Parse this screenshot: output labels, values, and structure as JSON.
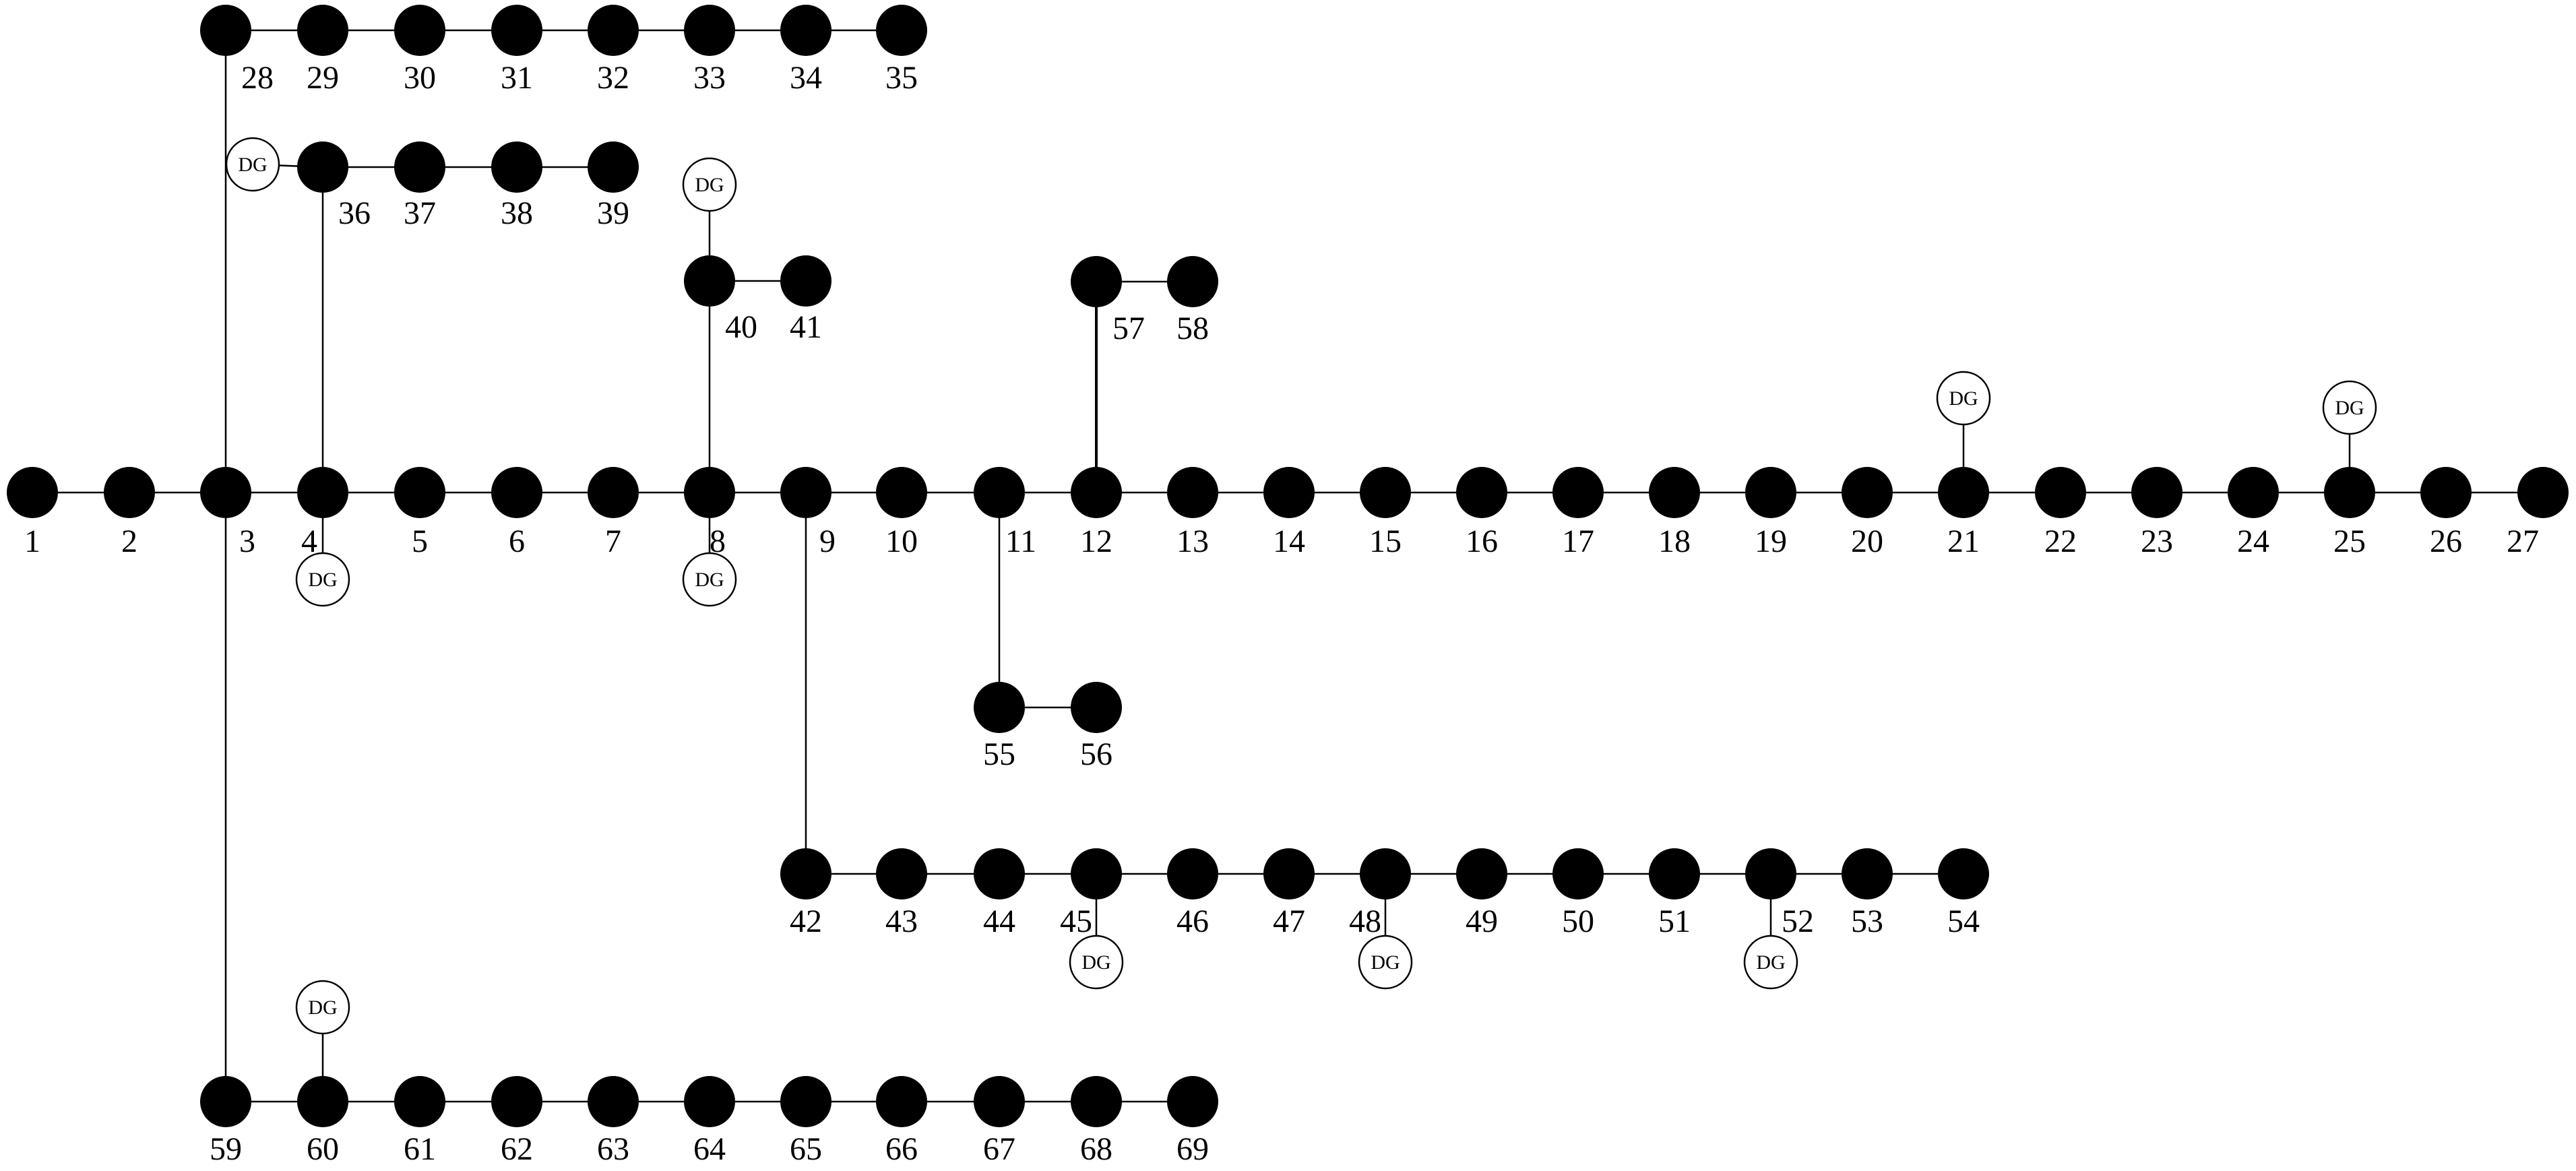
{
  "diagram": {
    "type": "distribution-network",
    "dg_label": "DG",
    "colors": {
      "bus": "#000000",
      "line": "#000000",
      "dg_fill": "#ffffff",
      "background": "#ffffff"
    },
    "buses": [
      "1",
      "2",
      "3",
      "4",
      "5",
      "6",
      "7",
      "8",
      "9",
      "10",
      "11",
      "12",
      "13",
      "14",
      "15",
      "16",
      "17",
      "18",
      "19",
      "20",
      "21",
      "22",
      "23",
      "24",
      "25",
      "26",
      "27",
      "28",
      "29",
      "30",
      "31",
      "32",
      "33",
      "34",
      "35",
      "36",
      "37",
      "38",
      "39",
      "40",
      "41",
      "42",
      "43",
      "44",
      "45",
      "46",
      "47",
      "48",
      "49",
      "50",
      "51",
      "52",
      "53",
      "54",
      "55",
      "56",
      "57",
      "58",
      "59",
      "60",
      "61",
      "62",
      "63",
      "64",
      "65",
      "66",
      "67",
      "68",
      "69"
    ],
    "lines": [
      [
        "1",
        "2"
      ],
      [
        "2",
        "3"
      ],
      [
        "3",
        "4"
      ],
      [
        "4",
        "5"
      ],
      [
        "5",
        "6"
      ],
      [
        "6",
        "7"
      ],
      [
        "7",
        "8"
      ],
      [
        "8",
        "9"
      ],
      [
        "9",
        "10"
      ],
      [
        "10",
        "11"
      ],
      [
        "11",
        "12"
      ],
      [
        "12",
        "13"
      ],
      [
        "13",
        "14"
      ],
      [
        "14",
        "15"
      ],
      [
        "15",
        "16"
      ],
      [
        "16",
        "17"
      ],
      [
        "17",
        "18"
      ],
      [
        "18",
        "19"
      ],
      [
        "19",
        "20"
      ],
      [
        "20",
        "21"
      ],
      [
        "21",
        "22"
      ],
      [
        "22",
        "23"
      ],
      [
        "23",
        "24"
      ],
      [
        "24",
        "25"
      ],
      [
        "25",
        "26"
      ],
      [
        "26",
        "27"
      ],
      [
        "3",
        "28"
      ],
      [
        "28",
        "29"
      ],
      [
        "29",
        "30"
      ],
      [
        "30",
        "31"
      ],
      [
        "31",
        "32"
      ],
      [
        "32",
        "33"
      ],
      [
        "33",
        "34"
      ],
      [
        "34",
        "35"
      ],
      [
        "4",
        "36"
      ],
      [
        "36",
        "37"
      ],
      [
        "37",
        "38"
      ],
      [
        "38",
        "39"
      ],
      [
        "8",
        "40"
      ],
      [
        "40",
        "41"
      ],
      [
        "9",
        "42"
      ],
      [
        "42",
        "43"
      ],
      [
        "43",
        "44"
      ],
      [
        "44",
        "45"
      ],
      [
        "45",
        "46"
      ],
      [
        "46",
        "47"
      ],
      [
        "47",
        "48"
      ],
      [
        "48",
        "49"
      ],
      [
        "49",
        "50"
      ],
      [
        "50",
        "51"
      ],
      [
        "51",
        "52"
      ],
      [
        "52",
        "53"
      ],
      [
        "53",
        "54"
      ],
      [
        "11",
        "55"
      ],
      [
        "55",
        "56"
      ],
      [
        "12",
        "57"
      ],
      [
        "57",
        "58"
      ],
      [
        "3",
        "59"
      ],
      [
        "59",
        "60"
      ],
      [
        "60",
        "61"
      ],
      [
        "61",
        "62"
      ],
      [
        "62",
        "63"
      ],
      [
        "63",
        "64"
      ],
      [
        "64",
        "65"
      ],
      [
        "65",
        "66"
      ],
      [
        "66",
        "67"
      ],
      [
        "67",
        "68"
      ],
      [
        "68",
        "69"
      ]
    ],
    "dg_buses": [
      "4",
      "8",
      "21",
      "25",
      "36",
      "40",
      "45",
      "48",
      "52",
      "60"
    ]
  }
}
